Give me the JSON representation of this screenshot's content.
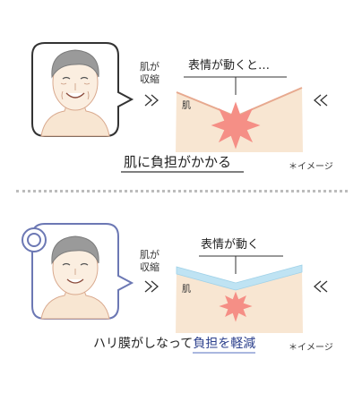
{
  "top": {
    "side_label_line1": "肌が",
    "side_label_line2": "収縮",
    "action_label": "表情が動くと…",
    "skin_label": "肌",
    "headline": "肌に負担がかかる",
    "note": "＊イメージ"
  },
  "bottom": {
    "side_label_line1": "肌が",
    "side_label_line2": "収縮",
    "action_label": "表情が動く",
    "skin_label": "肌",
    "headline_prefix": "ハリ膜がしなって",
    "headline_highlight": "負担を軽減",
    "note": "＊イメージ"
  },
  "colors": {
    "skin": "#f8e6d2",
    "skin_outline": "#e7a98f",
    "burst": "#f58f86",
    "film": "#bfe3f3",
    "frame_top": "#333333",
    "frame_bottom": "#6c78b4",
    "accent": "#2b3f8c"
  }
}
